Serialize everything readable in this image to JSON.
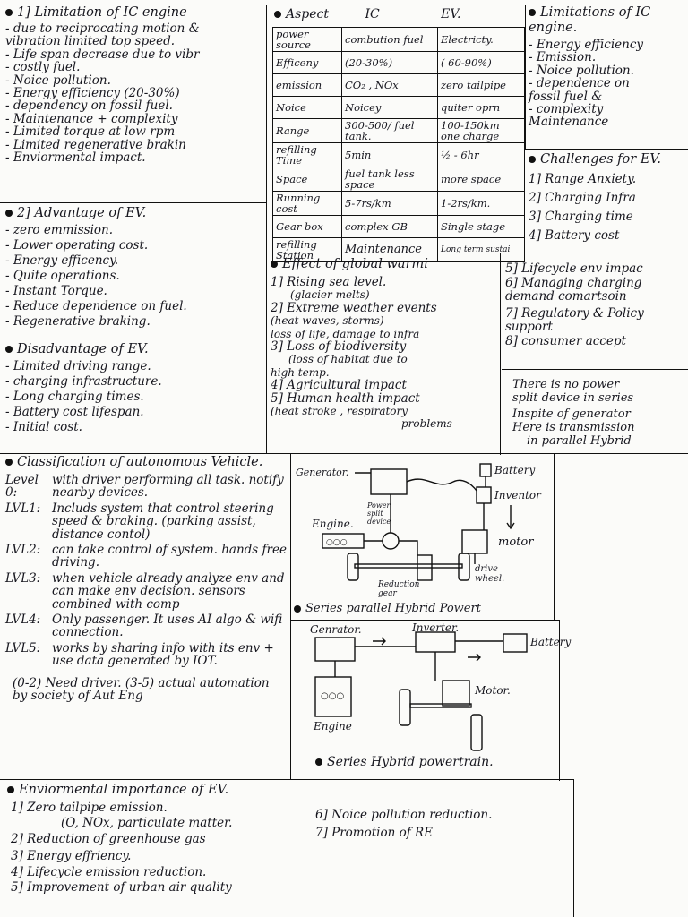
{
  "header": {
    "col1_title": "1] Limitation of IC engine",
    "col2_heading": {
      "aspect": "Aspect",
      "ic": "IC",
      "ev": "EV."
    },
    "col3_title": "Limitations of IC engine."
  },
  "ic_limitations": {
    "items": [
      "- due to reciprocating motion &",
      "vibration limited top speed.",
      "- Life span decrease due to vibr",
      "- costly fuel.",
      "- Noice pollution.",
      "- Energy efficiency (20-30%)",
      "- dependency on fossil fuel.",
      "- Maintenance + complexity",
      "- Limited torque at low rpm",
      "- Limited regenerative brakin",
      "- Enviormental impact."
    ]
  },
  "comparison": {
    "rows": [
      {
        "aspect": "power source",
        "ic": "combution fuel",
        "ev": "Electricty."
      },
      {
        "aspect": "Efficeny",
        "ic": "(20-30%)",
        "ev": "( 60-90%)"
      },
      {
        "aspect": "emission",
        "ic": "CO₂ , NOx",
        "ev": "zero tailpipe"
      },
      {
        "aspect": "Noice",
        "ic": "Noicey",
        "ev": "quiter oprn"
      },
      {
        "aspect": "Range",
        "ic": "300-500/ fuel tank.",
        "ev": "100-150km one charge"
      },
      {
        "aspect": "refilling Time",
        "ic": "5min",
        "ev": "½ - 6hr"
      },
      {
        "aspect": "Space",
        "ic": "fuel tank less space",
        "ev": "more space"
      },
      {
        "aspect": "Running cost",
        "ic": "5-7rs/km",
        "ev": "1-2rs/km."
      },
      {
        "aspect": "Gear box",
        "ic": "complex GB",
        "ev": "Single stage"
      }
    ],
    "refilling_station": {
      "aspect": "refilling Station",
      "value": "Maintenance",
      "extra": "Long term sustai"
    }
  },
  "limitations_right": {
    "items": [
      "- Energy efficiency",
      "- Emission.",
      "- Noice pollution.",
      "- dependence on",
      "fossil fuel &",
      "- complexity",
      "Maintenance"
    ]
  },
  "challenges": {
    "title": "Challenges for EV.",
    "items": [
      "1] Range Anxiety.",
      "2] Charging Infra",
      "3] Charging time",
      "4] Battery cost",
      "5] Lifecycle env impac",
      "6] Managing charging demand comartsoin",
      "7] Regulatory & Policy support",
      "8] consumer accept"
    ]
  },
  "advantages": {
    "title": "2] Advantage of EV.",
    "items": [
      "- zero emmission.",
      "- Lower operating cost.",
      "- Energy efficency.",
      "- Quite operations.",
      "- Instant Torque.",
      "- Reduce dependence on fuel.",
      "- Regenerative braking."
    ]
  },
  "disadvantages": {
    "title": "Disadvantage of EV.",
    "items": [
      "- Limited driving range.",
      "- charging infrastructure.",
      "- Long charging times.",
      "- Battery cost lifespan.",
      "- Initial cost."
    ]
  },
  "global_warming": {
    "title": "Effect of global warmi",
    "items": [
      "1] Rising sea level.",
      "(glacier melts)",
      "2] Extreme weather events",
      "(heat waves, storms)",
      "loss of life, damage to infra",
      "3] Loss of biodiversity",
      "(loss of habitat due to",
      "high temp.",
      "4] Agricultural impact",
      "5] Human health impact",
      "(heat stroke , respiratory",
      "problems"
    ]
  },
  "power_split_note": {
    "lines": [
      "There is no power",
      "split device in series",
      "Inspite of generator",
      "Here is transmission",
      "in parallel Hybrid"
    ]
  },
  "autonomous": {
    "title": "Classification of autonomous Vehicle.",
    "levels": [
      {
        "key": "Level 0:",
        "text": "with driver performing all task. notify nearby devices."
      },
      {
        "key": "LVL1:",
        "text": "Includs system that control steering speed & braking. (parking assist, distance contol)"
      },
      {
        "key": "LVL2:",
        "text": "can take control of system. hands free driving."
      },
      {
        "key": "LVL3:",
        "text": "when vehicle already analyze env and can make env decision. sensors combined with comp"
      },
      {
        "key": "LVL4:",
        "text": "Only passenger. It uses AI algo & wifi connection."
      },
      {
        "key": "LVL5:",
        "text": "works by sharing info with its env + use data generated by IOT."
      }
    ],
    "footer": "(0-2) Need driver. (3-5) actual automation by society of Aut Eng"
  },
  "diagram_sp": {
    "labels": {
      "generator": "Generator.",
      "battery": "Battery",
      "inventor": "Inventor",
      "power_split": "Power split device",
      "engine": "Engine.",
      "motor": "motor",
      "reduction": "Reduction gear",
      "drive_wheel": "drive wheel."
    },
    "caption": "Series parallel Hybrid Powert"
  },
  "diagram_s": {
    "labels": {
      "generator": "Genrator.",
      "inverter": "Inverter.",
      "battery": "Battery",
      "motor": "Motor.",
      "engine": "Engine"
    },
    "caption": "Series Hybrid powertrain."
  },
  "env_importance": {
    "title": "Enviormental importance of EV.",
    "left": [
      "1] Zero tailpipe emission.",
      "(O, NOx, particulate matter.",
      "2] Reduction of greenhouse gas",
      "3] Energy effriency.",
      "4] Lifecycle emission reduction.",
      "5] Improvement of urban air quality"
    ],
    "right": [
      "6] Noice pollution reduction.",
      "7] Promotion of RE"
    ]
  }
}
